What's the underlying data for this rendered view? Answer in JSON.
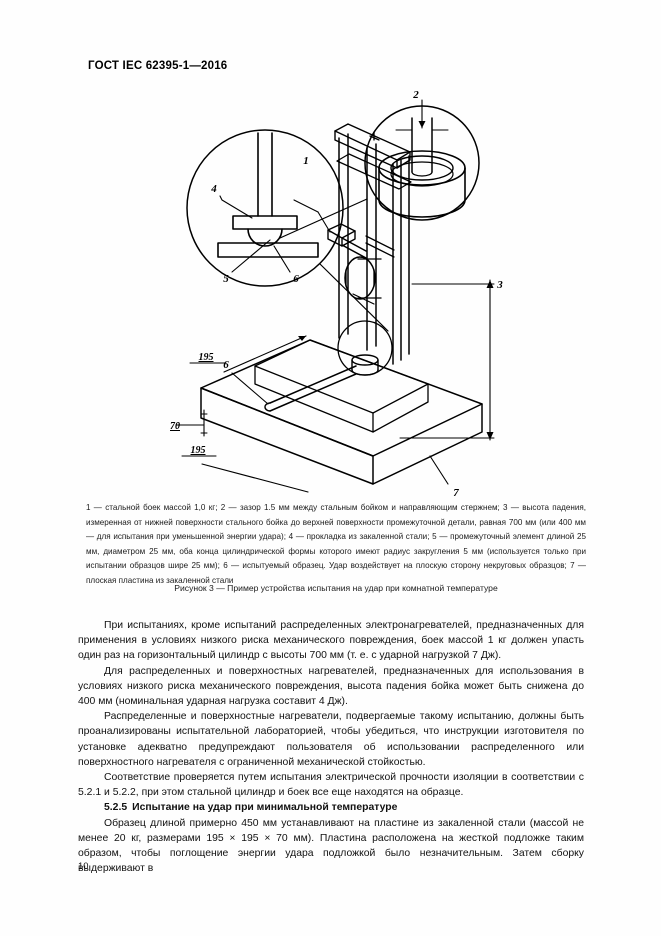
{
  "document": {
    "header": "ГОСТ IEC 62395-1—2016",
    "page_number": "10"
  },
  "figure": {
    "name": "impact-test-apparatus-diagram",
    "callouts": {
      "one": "1",
      "two": "2",
      "three": "3",
      "four": "4",
      "five": "5",
      "six": "6",
      "seven": "7",
      "six_base": "6",
      "dim_195_top": "195",
      "dim_195_bottom": "195",
      "dim_70": "70"
    },
    "key_text": "1 — стальной боек массой 1,0 кг; 2 — зазор 1.5 мм между стальным бойком и направляющим стержнем; 3 — высота падения, измеренная от нижней поверхности стального бойка до верхней поверхности промежуточной детали, равная 700 мм (или 400 мм — для испытания при уменьшенной энергии удара); 4 — прокладка из закаленной стали; 5 — промежуточный элемент длиной 25 мм, диаметром 25 мм, оба конца цилиндрической формы которого имеют радиус закругления 5 мм (используется только при испытании образцов шире 25 мм); 6 — испытуемый образец. Удар воздействует на плоскую сторону некруговых образцов; 7 — плоская пластина из закаленной стали",
    "title": "Рисунок 3 — Пример устройства испытания на удар при комнатной температуре"
  },
  "body": {
    "paragraphs": [
      "При испытаниях, кроме испытаний распределенных электронагревателей, предназначенных для применения в условиях низкого риска механического повреждения, боек массой 1 кг должен упасть один раз на горизонтальный цилиндр с высоты 700 мм (т. е. с ударной нагрузкой 7 Дж).",
      "Для распределенных и поверхностных нагревателей, предназначенных для использования в условиях низкого риска механического повреждения, высота падения бойка может быть снижена до 400 мм (номинальная ударная нагрузка составит 4 Дж).",
      "Распределенные и поверхностные нагреватели, подвергаемые такому испытанию, должны быть проанализированы испытательной лабораторией, чтобы убедиться, что инструкции изготовителя по установке адекватно предупреждают пользователя об использовании распределенного или поверхностного нагревателя с ограниченной механической стойкостью.",
      "Соответствие проверяется путем испытания электрической прочности изоляции в соответствии с 5.2.1 и 5.2.2, при этом стальной цилиндр и боек все еще находятся на образце."
    ],
    "subsection": {
      "number": "5.2.5",
      "title": "Испытание на удар при минимальной температуре"
    },
    "paragraph_after": "Образец длиной примерно 450 мм устанавливают на пластине из закаленной стали (массой не менее 20 кг, размерами 195 × 195 × 70 мм). Пластина расположена на жесткой подложке таким образом, чтобы поглощение энергии удара подложкой было незначительным. Затем сборку выдерживают в"
  },
  "colors": {
    "ink": "#000000",
    "paper": "#ffffff",
    "body_text": "#111111",
    "caption_text": "#1a1a1a"
  }
}
